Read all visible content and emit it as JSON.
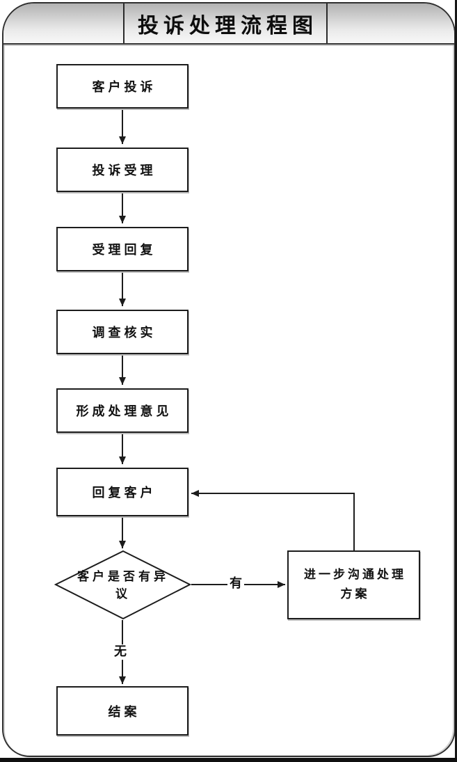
{
  "title": "投诉处理流程图",
  "nodes": {
    "customer_complaint": {
      "label": "客户投诉"
    },
    "complaint_acceptance": {
      "label": "投诉受理"
    },
    "acceptance_reply": {
      "label": "受理回复"
    },
    "investigation": {
      "label": "调查核实"
    },
    "form_opinion": {
      "label": "形成处理意见"
    },
    "reply_customer": {
      "label": "回复客户"
    },
    "decision_objection": {
      "label": "客户是否有异议"
    },
    "further_communication": {
      "label": "进一步沟通处理方案"
    },
    "case_closed": {
      "label": "结案"
    }
  },
  "edge_labels": {
    "yes": "有",
    "no": "无"
  },
  "colors": {
    "line": "#1c1c1c",
    "box_border": "#1c1c1c",
    "box_fill": "#ffffff",
    "frame_border": "#2f2f2f",
    "header_gradient_top": "#b2b2b2",
    "header_gradient_bottom": "#f8f8f8",
    "page_background": "#ffffff"
  }
}
